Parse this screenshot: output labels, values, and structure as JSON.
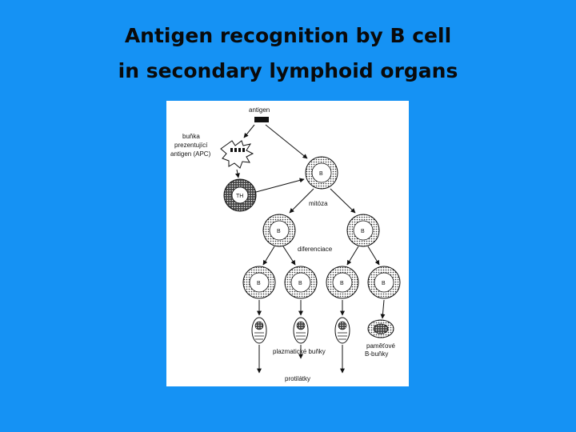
{
  "title": {
    "line1": "Antigen recognition by B cell",
    "line2": "in secondary lymphoid organs"
  },
  "diagram": {
    "antigen_label": "antigen",
    "apc_label": [
      "buňka",
      "prezentující",
      "antigen (APC)"
    ],
    "th_label": "TH",
    "b_label": "B",
    "mitosis_label": "mitóza",
    "differentiation_label": "diferenciace",
    "plasma_cells_label": "plazmatické buňky",
    "memory_cells_label": [
      "paměťové",
      "B-buňky"
    ],
    "antibodies_label": "protilátky"
  },
  "colors": {
    "background": "#1592f4",
    "figure_background": "#ffffff",
    "ink": "#111111"
  }
}
